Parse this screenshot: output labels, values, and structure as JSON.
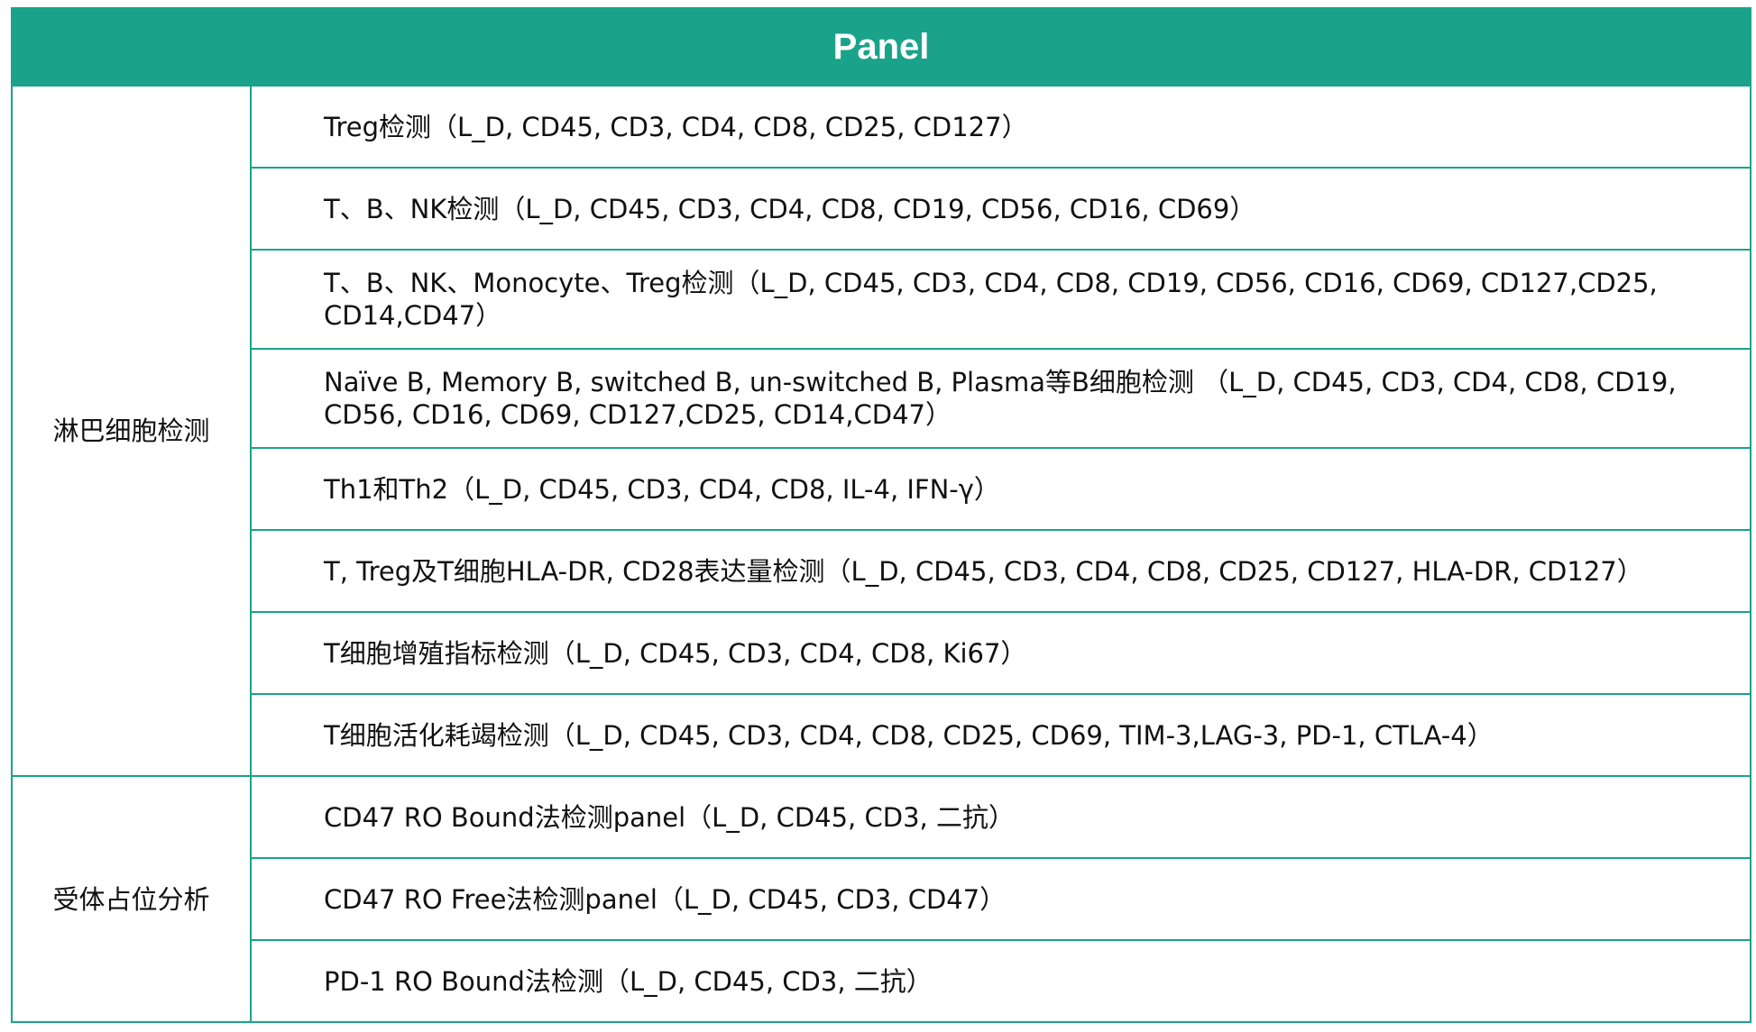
{
  "header": {
    "title": "Panel"
  },
  "groups": [
    {
      "label": "淋巴细胞检测",
      "items": [
        "Treg检测（L_D, CD45, CD3, CD4, CD8, CD25, CD127）",
        "T、B、NK检测（L_D, CD45, CD3, CD4, CD8, CD19, CD56, CD16, CD69）",
        "T、B、NK、Monocyte、Treg检测（L_D, CD45, CD3, CD4, CD8, CD19, CD56, CD16, CD69, CD127,CD25, CD14,CD47）",
        "Naïve B, Memory B, switched B, un-switched B, Plasma等B细胞检测 （L_D, CD45, CD3, CD4, CD8, CD19, CD56, CD16, CD69, CD127,CD25, CD14,CD47）",
        "Th1和Th2（L_D, CD45, CD3, CD4, CD8, IL-4, IFN-γ）",
        "T, Treg及T细胞HLA-DR, CD28表达量检测（L_D, CD45, CD3, CD4, CD8, CD25, CD127, HLA-DR, CD127）",
        "T细胞增殖指标检测（L_D, CD45, CD3, CD4, CD8, Ki67）",
        "T细胞活化耗竭检测（L_D, CD45, CD3, CD4, CD8, CD25, CD69, TIM-3,LAG-3, PD-1, CTLA-4）"
      ]
    },
    {
      "label": "受体占位分析",
      "items": [
        "CD47 RO Bound法检测panel（L_D, CD45, CD3, 二抗）",
        "CD47 RO Free法检测panel（L_D, CD45, CD3, CD47）",
        "PD-1 RO Bound法检测（L_D, CD45, CD3, 二抗）"
      ]
    }
  ],
  "colors": {
    "header_bg": "#1aa38a",
    "header_text": "#ffffff",
    "border": "#1aa38a",
    "text": "#111111"
  }
}
